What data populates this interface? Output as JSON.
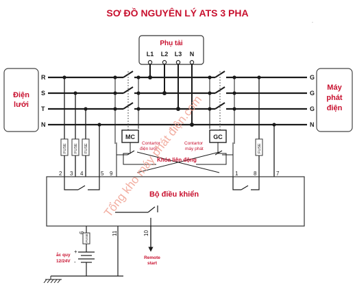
{
  "title": "SƠ ĐỒ NGUYÊN LÝ ATS 3 PHA",
  "load": {
    "title": "Phụ tải",
    "terminals": [
      "L1",
      "L2",
      "L3",
      "N"
    ]
  },
  "grid_source": {
    "line1": "Điện",
    "line2": "lưới"
  },
  "generator_source": {
    "line1": "Máy",
    "line2": "phát",
    "line3": "điện"
  },
  "grid_terminals": [
    "R",
    "S",
    "T",
    "N"
  ],
  "gen_terminals": [
    "G",
    "G",
    "G",
    "N"
  ],
  "fuse_label": "FUSE",
  "contactor_mc": {
    "code": "MC",
    "line1": "Contartor",
    "line2": "điện lưới"
  },
  "contactor_gc": {
    "code": "GC",
    "line1": "Contartor",
    "line2": "máy phát"
  },
  "interlock_label": "Khóa liên động",
  "controller_label": "Bộ điều khiển",
  "wire_numbers": {
    "n2": "2",
    "n3": "3",
    "n4": "4",
    "n5": "5",
    "n9": "9",
    "n1": "1",
    "n8": "8",
    "n7": "7",
    "n6": "6",
    "n11": "11",
    "n10": "10"
  },
  "remote_start": {
    "line1": "Remote",
    "line2": "start"
  },
  "battery": {
    "line1": "ắc quy",
    "line2": "12/24V",
    "plus": "+",
    "minus": "-"
  },
  "watermark": "Tổng kho máy phát điện.com",
  "colors": {
    "title": "#c8102e",
    "wire": "#1a1a1a",
    "accent_red": "#c8102e",
    "watermark": "#f0a090"
  }
}
